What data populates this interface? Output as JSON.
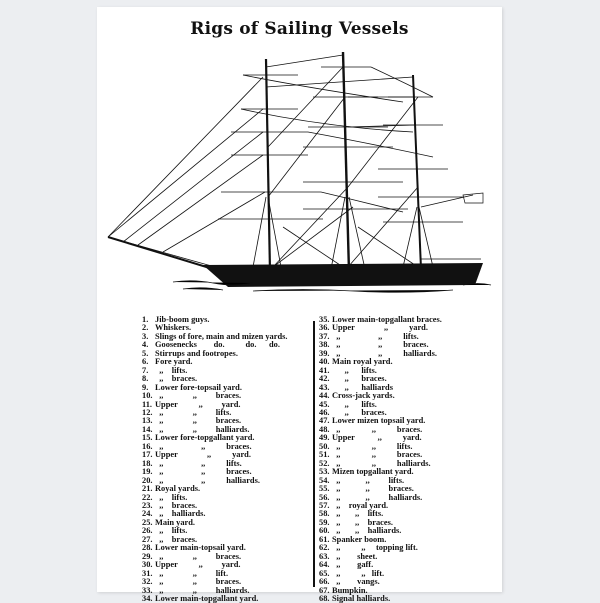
{
  "poster": {
    "title": "Rigs of Sailing Vessels",
    "illustration": "ship-rigging-diagram",
    "colors": {
      "background": "#eceef1",
      "paper": "#ffffff",
      "ink": "#111111"
    }
  },
  "legend": {
    "left": [
      {
        "num": "1.",
        "text": "Jib-boom guys."
      },
      {
        "num": "2.",
        "text": "Whiskers."
      },
      {
        "num": "3.",
        "text": "Slings of fore, main and mizen yards."
      },
      {
        "num": "4.",
        "text": "Goosenecks        do.          do.      do."
      },
      {
        "num": "5.",
        "text": "Stirrups and footropes."
      },
      {
        "num": "6.",
        "text": "Fore yard."
      },
      {
        "num": "7.",
        "text": "  ,,    lifts."
      },
      {
        "num": "8.",
        "text": "  ,,    braces."
      },
      {
        "num": "9.",
        "text": "Lower fore-topsail yard."
      },
      {
        "num": "10.",
        "text": "  ,,              ,,         braces."
      },
      {
        "num": "11.",
        "text": "Upper          ,,         yard."
      },
      {
        "num": "12.",
        "text": "  ,,              ,,         lifts."
      },
      {
        "num": "13.",
        "text": "  ,,              ,,         braces."
      },
      {
        "num": "14.",
        "text": "  ,,              ,,         halliards."
      },
      {
        "num": "15.",
        "text": "Lower fore-topgallant yard."
      },
      {
        "num": "16.",
        "text": "  ,,                  ,,          braces."
      },
      {
        "num": "17.",
        "text": "Upper              ,,          yard."
      },
      {
        "num": "18.",
        "text": "  ,,                  ,,          lifts."
      },
      {
        "num": "19.",
        "text": "  ,,                  ,,          braces."
      },
      {
        "num": "20.",
        "text": "  ,,                  ,,          halliards."
      },
      {
        "num": "21.",
        "text": "Royal yards."
      },
      {
        "num": "22.",
        "text": "  ,,    lifts."
      },
      {
        "num": "23.",
        "text": "  ,,    braces."
      },
      {
        "num": "24.",
        "text": "  ,,    halliards."
      },
      {
        "num": "25.",
        "text": "Main yard."
      },
      {
        "num": "26.",
        "text": "  ,,    lifts."
      },
      {
        "num": "27.",
        "text": "  ,,    braces."
      },
      {
        "num": "28.",
        "text": "Lower main-topsail yard."
      },
      {
        "num": "29.",
        "text": "  ,,              ,,         braces."
      },
      {
        "num": "30.",
        "text": "Upper          ,,         yard."
      },
      {
        "num": "31.",
        "text": "  ,,              ,,         lift."
      },
      {
        "num": "32.",
        "text": "  ,,              ,,         braces."
      },
      {
        "num": "33.",
        "text": "  ,,              ,,         halliards."
      },
      {
        "num": "34.",
        "text": "Lower main-topgallant yard."
      }
    ],
    "right": [
      {
        "num": "35.",
        "text": "Lower main-topgallant braces."
      },
      {
        "num": "36.",
        "text": "Upper              ,,          yard."
      },
      {
        "num": "37.",
        "text": "  ,,                  ,,          lifts."
      },
      {
        "num": "38.",
        "text": "  ,,                  ,,          braces."
      },
      {
        "num": "39.",
        "text": "  ,,                  ,,          halliards."
      },
      {
        "num": "40.",
        "text": "Main royal yard."
      },
      {
        "num": "41.",
        "text": "      ,,      lifts."
      },
      {
        "num": "42.",
        "text": "      ,,      braces."
      },
      {
        "num": "43.",
        "text": "      ,,      halliards"
      },
      {
        "num": "44.",
        "text": "Cross-jack yards."
      },
      {
        "num": "45.",
        "text": "      ,,      lifts."
      },
      {
        "num": "46.",
        "text": "      ,,      braces."
      },
      {
        "num": "47.",
        "text": "Lower mizen topsail yard."
      },
      {
        "num": "48.",
        "text": "  ,,               ,,          braces."
      },
      {
        "num": "49.",
        "text": "Upper           ,,          yard."
      },
      {
        "num": "50.",
        "text": "  ,,               ,,          lifts."
      },
      {
        "num": "51.",
        "text": "  ,,               ,,          braces."
      },
      {
        "num": "52.",
        "text": "  ,,               ,,          halliards."
      },
      {
        "num": "53.",
        "text": "Mizen topgallant yard."
      },
      {
        "num": "54.",
        "text": "  ,,            ,,         lifts."
      },
      {
        "num": "55.",
        "text": "  ,,            ,,         braces."
      },
      {
        "num": "56.",
        "text": "  ,,            ,,         halliards."
      },
      {
        "num": "57.",
        "text": "  ,,    royal yard."
      },
      {
        "num": "58.",
        "text": "  ,,       ,,    lifts."
      },
      {
        "num": "59.",
        "text": "  ,,       ,,    braces."
      },
      {
        "num": "60.",
        "text": "  ,,       ,,    halliards."
      },
      {
        "num": "61.",
        "text": "Spanker boom."
      },
      {
        "num": "62.",
        "text": "  ,,          ,,     topping lift."
      },
      {
        "num": "63.",
        "text": "  ,,        sheet."
      },
      {
        "num": "64.",
        "text": "  ,,        gaff."
      },
      {
        "num": "65.",
        "text": "  ,,          ,,   lift."
      },
      {
        "num": "66.",
        "text": "  ,,        vangs."
      },
      {
        "num": "67.",
        "text": "Bumpkin."
      },
      {
        "num": "68.",
        "text": "Signal halliards."
      }
    ]
  }
}
